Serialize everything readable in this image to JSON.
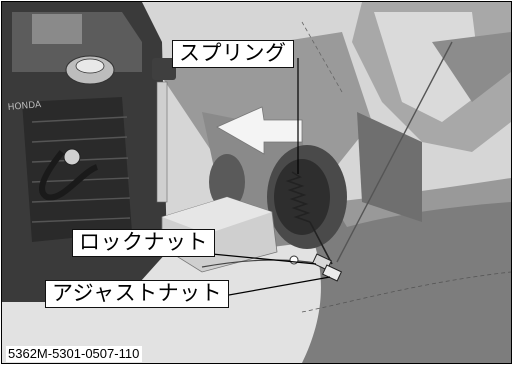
{
  "figure": {
    "callouts": {
      "spring": "スプリング",
      "lock_nut": "ロックナット",
      "adjust_nut": "アジャストナット"
    },
    "figure_code": "5362M-5301-0507-110",
    "engine_brand": "HONDA"
  }
}
